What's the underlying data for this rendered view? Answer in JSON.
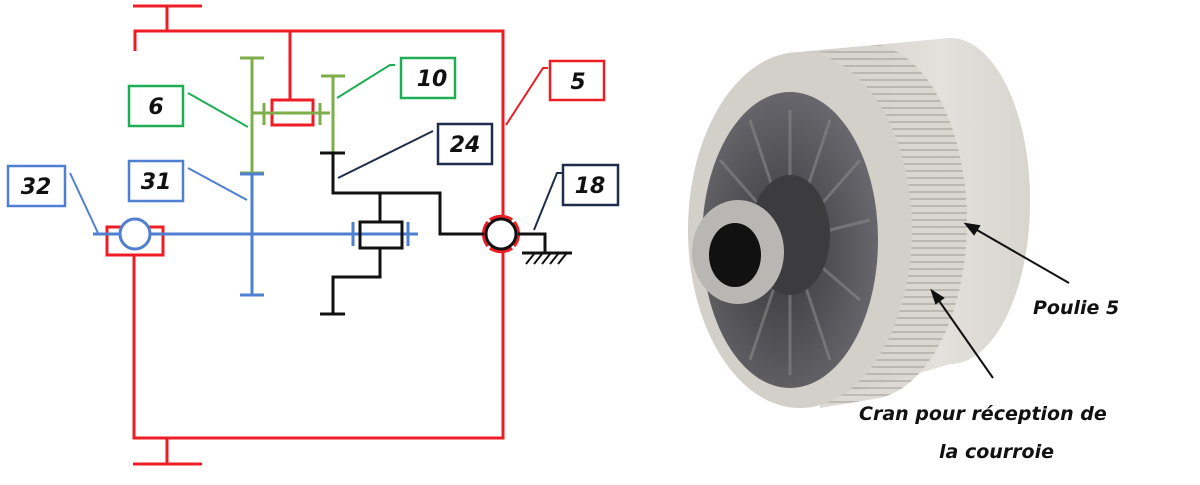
{
  "schema": {
    "labels": {
      "l6": "6",
      "l10": "10",
      "l5": "5",
      "l24": "24",
      "l31": "31",
      "l32": "32",
      "l18": "18"
    },
    "colors": {
      "red": "#ee1c25",
      "green": "#7cae4a",
      "green_box": "#1fae55",
      "blue": "#4f7fd0",
      "navy": "#1f2d4d",
      "black": "#111111"
    }
  },
  "photo": {
    "caption_pulley": "Poulie 5",
    "caption_notch_line1": "Cran pour réception de",
    "caption_notch_line2": "la courroie"
  }
}
